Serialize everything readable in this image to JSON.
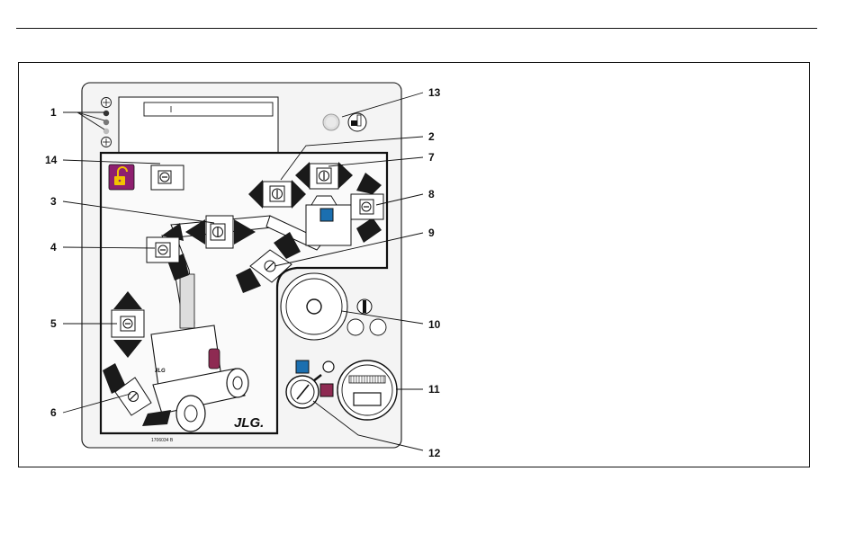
{
  "callouts": [
    "1",
    "2",
    "3",
    "4",
    "5",
    "6",
    "7",
    "8",
    "9",
    "10",
    "11",
    "12",
    "13",
    "14"
  ],
  "panel": {
    "part_number": "1706034 B",
    "brand_logo": "JLG.",
    "decal_logo": "JLG"
  },
  "colors": {
    "panel_bg": "#f4f4f4",
    "lock_decal": "#8e1f6f",
    "lock_icon": "#f2c200",
    "blue_square": "#1b6fb0",
    "maroon_square": "#8e2a52",
    "basket_decal": "#8e2a52"
  }
}
